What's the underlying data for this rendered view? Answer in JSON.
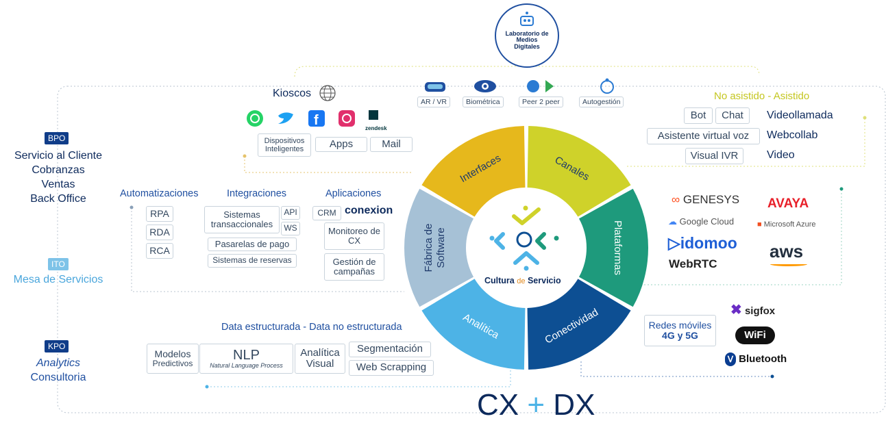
{
  "lab": {
    "line1": "Laboratorio de",
    "line2": "Medios",
    "line3": "Digitales"
  },
  "left": {
    "bpo": {
      "tag": "BPO",
      "items": [
        "Servicio al Cliente",
        "Cobranzas",
        "Ventas",
        "Back Office"
      ]
    },
    "ito": {
      "tag": "ITO",
      "items": [
        "Mesa de Servicios"
      ]
    },
    "kpo": {
      "tag": "KPO",
      "items": [
        "Analytics",
        "Consultoria"
      ]
    }
  },
  "top": {
    "kioscos": "Kioscos",
    "zendesk": "zendesk",
    "dispositivos": "Dispositivos Inteligentes",
    "apps": "Apps",
    "mail": "Mail",
    "icons": [
      {
        "label": "AR / VR",
        "icon": "vr-headset-icon"
      },
      {
        "label": "Biométrica",
        "icon": "eye-icon"
      },
      {
        "label": "Peer 2 peer",
        "icon": "app-stores-icon"
      },
      {
        "label": "Autogestión",
        "icon": "self-service-icon"
      }
    ]
  },
  "channels": {
    "title": "No asistido - Asistido",
    "bot": "Bot",
    "chat": "Chat",
    "videollamada": "Videollamada",
    "asistente": "Asistente virtual voz",
    "webcollab": "Webcollab",
    "visual_ivr": "Visual IVR",
    "video": "Video"
  },
  "middle": {
    "automatizaciones": {
      "title": "Automatizaciones",
      "items": [
        "RPA",
        "RDA",
        "RCA"
      ]
    },
    "integraciones": {
      "title": "Integraciones",
      "sistemas": "Sistemas transaccionales",
      "api": "API",
      "ws": "WS",
      "pasarelas": "Pasarelas de pago",
      "reservas": "Sistemas de reservas"
    },
    "aplicaciones": {
      "title": "Aplicaciones",
      "crm": "CRM",
      "conexion": "conexion",
      "monitoreo": "Monitoreo de CX",
      "gestion": "Gestión de campañas"
    }
  },
  "wheel": {
    "segments": [
      "Interfaces",
      "Canales",
      "Plataformas",
      "Conectividad",
      "Analítica",
      "Fábrica de Software"
    ],
    "center_a": "Cultura",
    "center_b": "de",
    "center_c": "Servicio"
  },
  "platforms": [
    "GENESYS",
    "AVAYA",
    "Google Cloud",
    "Microsoft Azure",
    "idomoo",
    "aws",
    "WebRTC"
  ],
  "connectivity": {
    "redes": "Redes móviles",
    "g": "4G y 5G",
    "sigfox": "sigfox",
    "wifi": "WiFi",
    "bluetooth": "Bluetooth"
  },
  "analytics": {
    "title": "Data estructurada - Data no estructurada",
    "modelos": "Modelos",
    "predictivos": "Predictivos",
    "nlp": "NLP",
    "nlp_sub": "Natural Language Process",
    "analitica1": "Analítica",
    "analitica2": "Visual",
    "segmentacion": "Segmentación",
    "scrapping": "Web Scrapping"
  },
  "footer": {
    "cx": "CX",
    "plus": "+",
    "dx": "DX"
  },
  "colors": {
    "interfaces": "#e6b81c",
    "canales": "#cfd22a",
    "plataformas": "#1e9a7c",
    "conectividad": "#0d4f93",
    "analitica": "#4db3e6",
    "fabrica": "#a6c1d6",
    "navy": "#0d2a5c"
  }
}
